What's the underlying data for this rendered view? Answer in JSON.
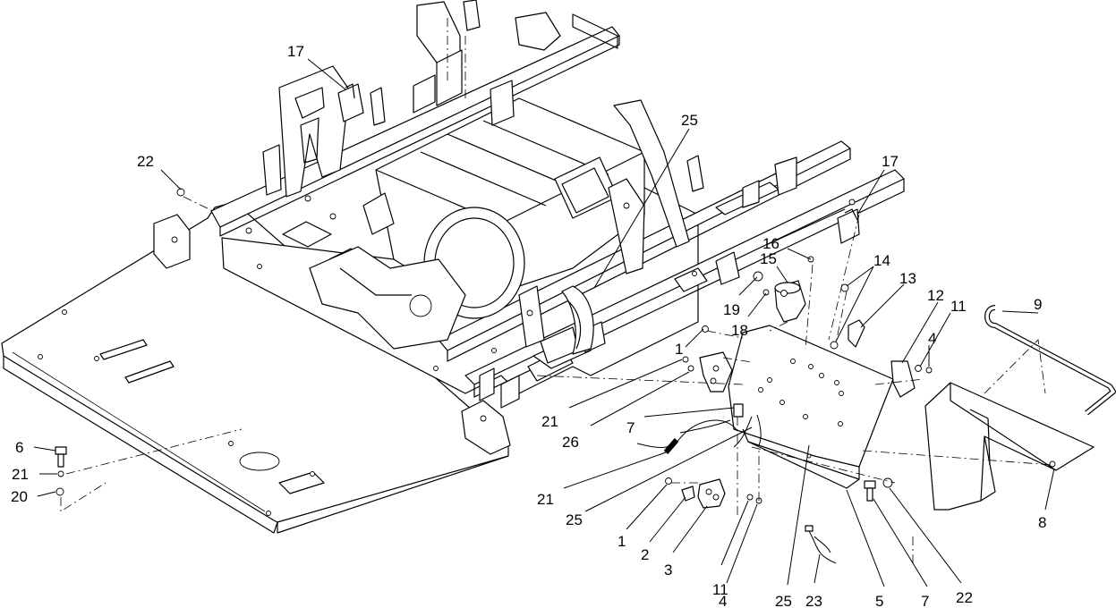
{
  "callouts": [
    {
      "id": "c17a",
      "label": "17"
    },
    {
      "id": "c22a",
      "label": "22"
    },
    {
      "id": "c25a",
      "label": "25"
    },
    {
      "id": "c17b",
      "label": "17"
    },
    {
      "id": "c16",
      "label": "16"
    },
    {
      "id": "c15",
      "label": "15"
    },
    {
      "id": "c14",
      "label": "14"
    },
    {
      "id": "c13",
      "label": "13"
    },
    {
      "id": "c19",
      "label": "19"
    },
    {
      "id": "c18",
      "label": "18"
    },
    {
      "id": "c12",
      "label": "12"
    },
    {
      "id": "c11a",
      "label": "11"
    },
    {
      "id": "c4a",
      "label": "4"
    },
    {
      "id": "c9",
      "label": "9"
    },
    {
      "id": "c1a",
      "label": "1"
    },
    {
      "id": "c21a",
      "label": "21"
    },
    {
      "id": "c26",
      "label": "26"
    },
    {
      "id": "c7a",
      "label": "7"
    },
    {
      "id": "c6",
      "label": "6"
    },
    {
      "id": "c21b",
      "label": "21"
    },
    {
      "id": "c20",
      "label": "20"
    },
    {
      "id": "c21c",
      "label": "21"
    },
    {
      "id": "c25b",
      "label": "25"
    },
    {
      "id": "c8",
      "label": "8"
    },
    {
      "id": "c1b",
      "label": "1"
    },
    {
      "id": "c2",
      "label": "2"
    },
    {
      "id": "c3",
      "label": "3"
    },
    {
      "id": "c11b",
      "label": "11"
    },
    {
      "id": "c4b",
      "label": "4"
    },
    {
      "id": "c25c",
      "label": "25"
    },
    {
      "id": "c23",
      "label": "23"
    },
    {
      "id": "c5",
      "label": "5"
    },
    {
      "id": "c7b",
      "label": "7"
    },
    {
      "id": "c22b",
      "label": "22"
    }
  ]
}
